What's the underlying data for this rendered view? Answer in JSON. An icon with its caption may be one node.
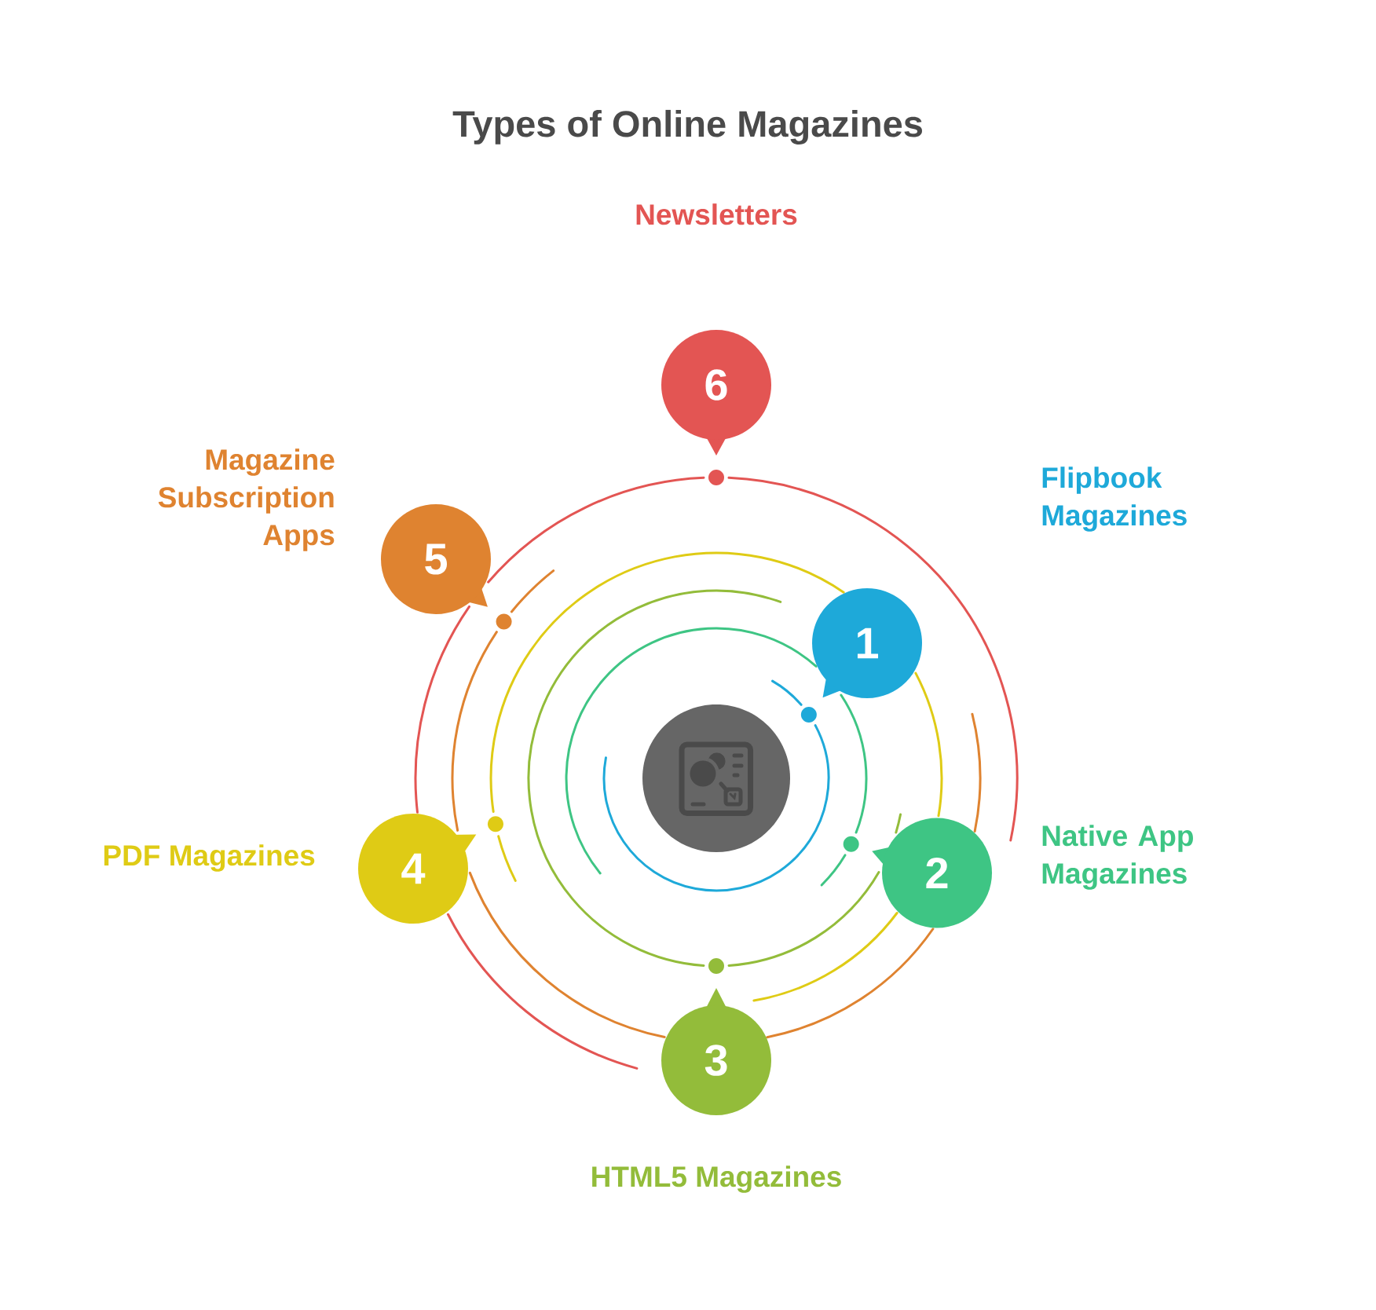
{
  "diagram": {
    "title": "Types of Online Magazines",
    "nodes": [
      {
        "text": [
          "1"
        ]
      },
      {
        "text": [
          "2"
        ],
        "beside": [
          "Native App Magazines"
        ]
      },
      {
        "text": [
          "3"
        ],
        "beside": [
          "HTML5 Magazines"
        ]
      },
      {
        "text": [
          "4"
        ],
        "beside": [
          "PDF Magazines"
        ]
      },
      {
        "text": [
          "5"
        ],
        "beside": [
          "Magazine Subscription Apps"
        ]
      },
      {
        "text": [
          "6"
        ],
        "beside": [
          "Newsletters"
        ]
      },
      {
        "text": [],
        "shape": "circle"
      }
    ],
    "labels": [
      "Flipbook Magazines"
    ]
  }
}
